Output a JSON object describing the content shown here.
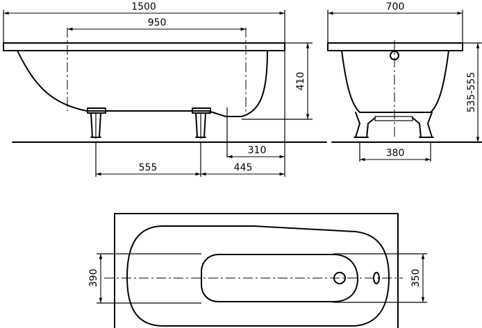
{
  "dimensions": {
    "length": "1500",
    "inner_length": "950",
    "width": "700",
    "height_rim": "410",
    "height_total": "535-555",
    "drain_offset": "310",
    "legs_spacing": "555",
    "leg_to_end": "445",
    "legs_width": "380",
    "inner_width_left": "390",
    "inner_width_right": "350"
  }
}
